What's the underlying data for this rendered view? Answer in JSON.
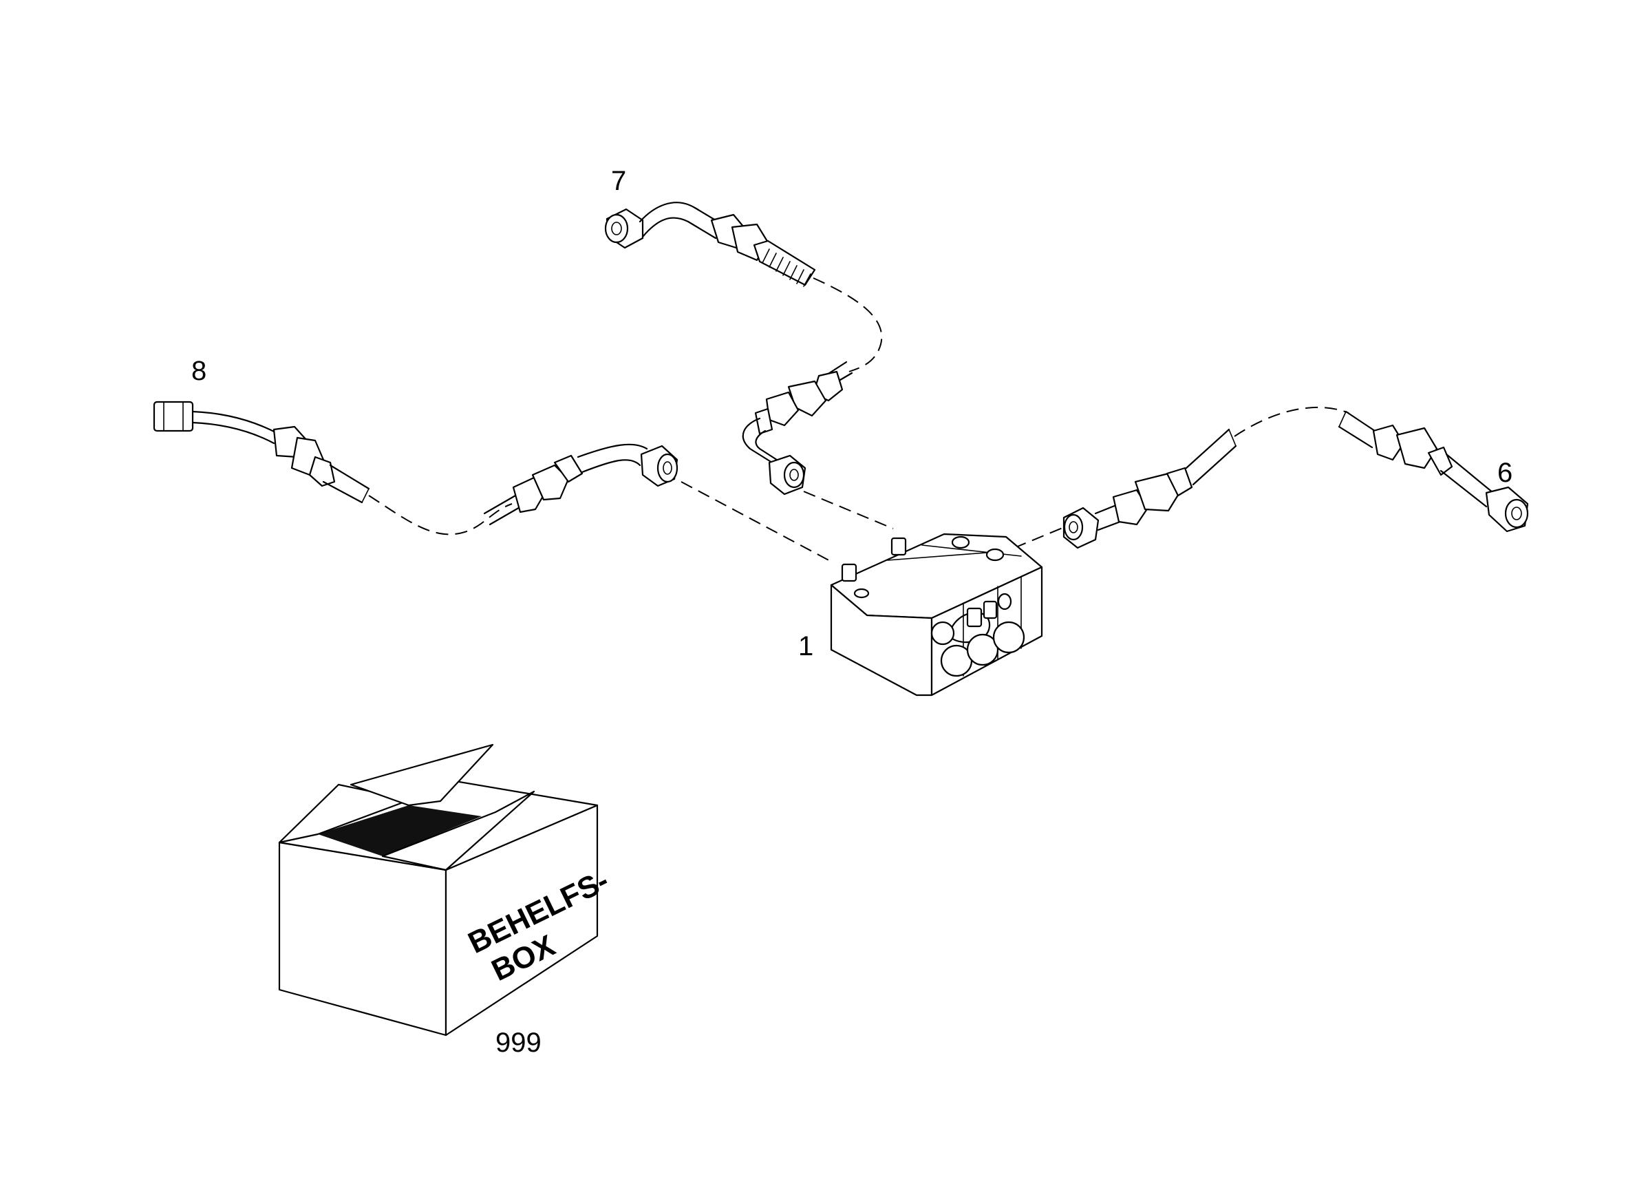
{
  "callouts": {
    "valve_block": "1",
    "pipe_right": "6",
    "pipe_top": "7",
    "pipe_left": "8",
    "box": "999"
  },
  "box_text": {
    "line1": "BEHELFS-",
    "line2": "BOX"
  }
}
